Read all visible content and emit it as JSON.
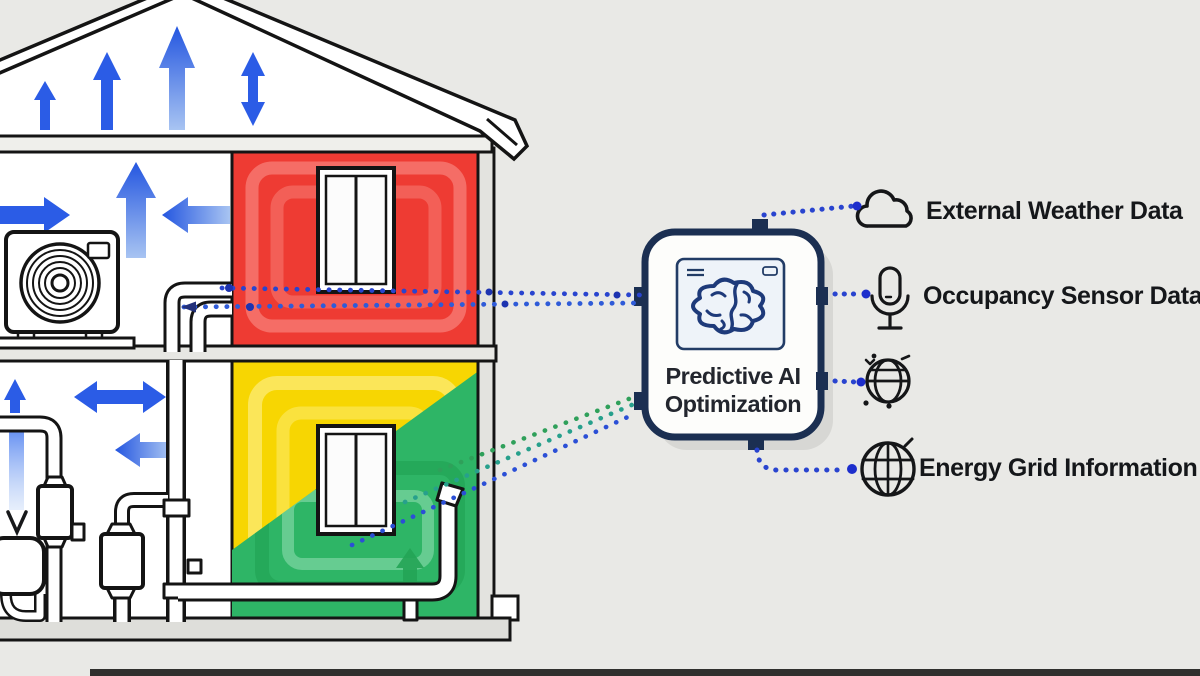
{
  "device": {
    "title_line1": "Predictive AI",
    "title_line2": "Optimization",
    "screen_icon": "brain-icon"
  },
  "data_sources": [
    {
      "icon": "cloud-icon",
      "label": "External Weather Data"
    },
    {
      "icon": "microphone-icon",
      "label": "Occupancy Sensor Data"
    },
    {
      "icon": "satellite-network-icon",
      "label": ""
    },
    {
      "icon": "globe-grid-icon",
      "label": "Energy Grid Information"
    }
  ],
  "house": {
    "zones": [
      {
        "name": "attic",
        "color": "#ffffff"
      },
      {
        "name": "upper-left-utility",
        "color": "#ffffff"
      },
      {
        "name": "upper-right-hot-room",
        "color": "#ee3b33"
      },
      {
        "name": "lower-left-plumbing",
        "color": "#ffffff"
      },
      {
        "name": "lower-right-warm-room",
        "color": "#f7d602"
      },
      {
        "name": "lower-right-cool-zone",
        "color": "#2eb566"
      }
    ],
    "airflow_arrow_color": "#2b5ce6",
    "cool_arrow_color": "#23a455"
  },
  "links": {
    "dotted_blue": "#2944cf",
    "dotted_blue2": "#2f5bd8",
    "dotted_green": "#2fa05a",
    "dotted_teal": "#27a08c",
    "dotted_deep_blue": "#2b4fd6"
  }
}
